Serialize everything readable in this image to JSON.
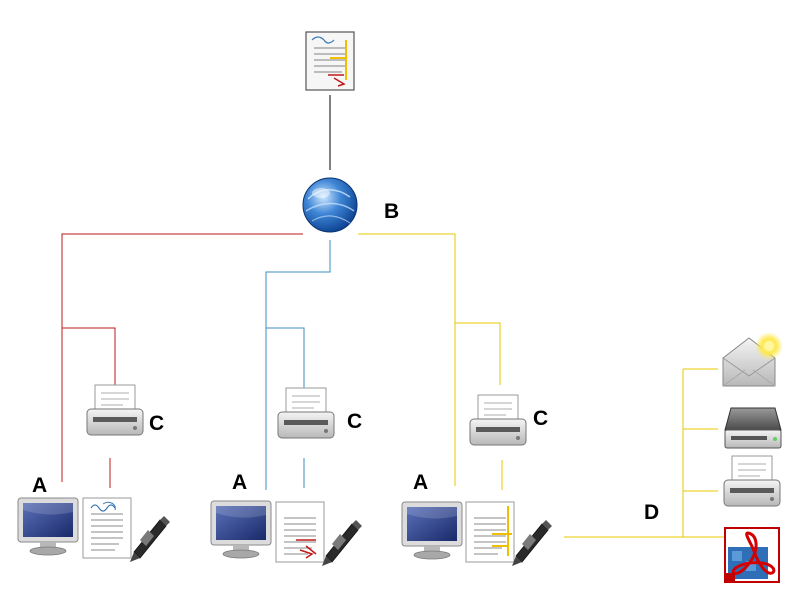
{
  "labels": {
    "a": "A",
    "b": "B",
    "c": "C",
    "d": "D"
  },
  "colors": {
    "red_branch": "#c01818",
    "blue_branch": "#3a8fc0",
    "yellow_branch": "#e8c800",
    "trunk": "#000000"
  },
  "icons": {
    "source_document": "annotated-document-icon",
    "network": "globe-icon",
    "printer": "printer-icon",
    "monitor": "monitor-icon",
    "document": "document-icon",
    "pen": "stylus-pen-icon",
    "email": "email-icon",
    "drive": "hard-drive-icon",
    "pdf": "pdf-icon"
  }
}
